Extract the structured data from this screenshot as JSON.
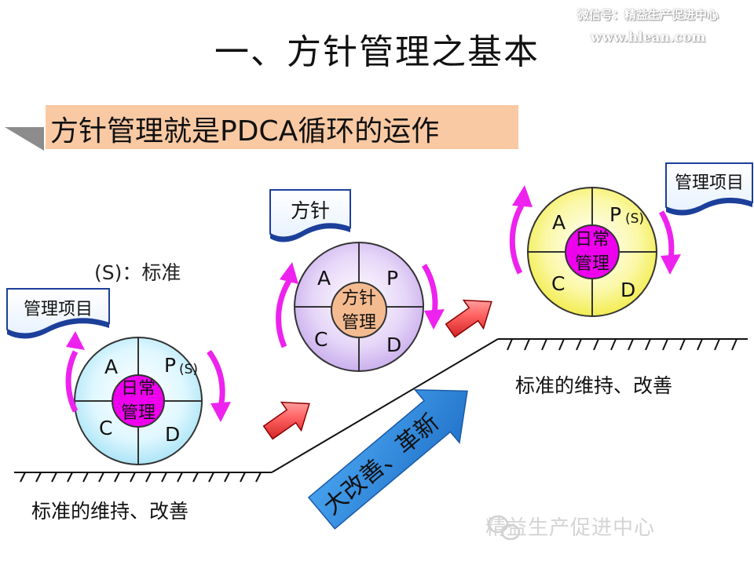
{
  "title": "一、方针管理之基本",
  "watermark": {
    "line1": "微信号：精益生产促进中心",
    "line2": "www.hlean.com"
  },
  "subtitle": "方针管理就是PDCA循环的运作",
  "standard_note": "(S)：标准",
  "left_cycle": {
    "tag": "管理项目",
    "a": "A",
    "p": "P",
    "s": "(S)",
    "c": "C",
    "d": "D",
    "center_line1": "日常",
    "center_line2": "管理"
  },
  "middle_cycle": {
    "tag": "方针",
    "a": "A",
    "p": "P",
    "c": "C",
    "d": "D",
    "center_line1": "方针",
    "center_line2": "管理"
  },
  "right_cycle": {
    "tag": "管理项目",
    "a": "A",
    "p": "P",
    "s": "(S)",
    "c": "C",
    "d": "D",
    "center_line1": "日常",
    "center_line2": "管理"
  },
  "caption_left": "标准的维持、改善",
  "caption_right": "标准的维持、改善",
  "big_arrow_label": "大改善、革新",
  "footer": "精益生产促进中心",
  "colors": {
    "subtitle_bg": "#f9c9a3",
    "cycle_arrows": "#ee22ee",
    "daily_center": "#ee00ee",
    "policy_center": "#f5bb90",
    "big_arrow": "#3090e0"
  }
}
